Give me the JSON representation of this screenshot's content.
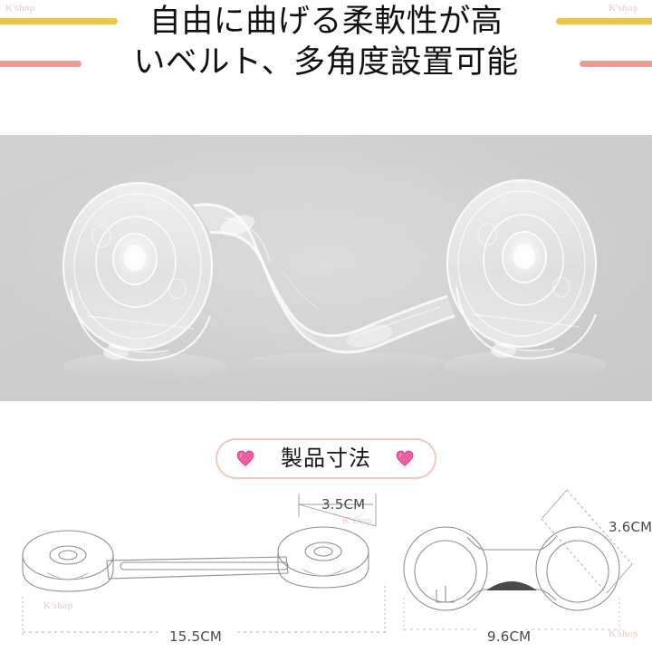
{
  "header": {
    "headline_line1": "自由に曲げる柔軟性が高",
    "headline_line2": "いベルト、多角度設置可能",
    "watermark": "K'shop",
    "deco_yellow_color": "#e8c64d",
    "deco_pink_color": "#ef9b95",
    "watermark_color": "#f2c0c4"
  },
  "photo": {
    "alt_label": "transparent-plastic-safety-strap-lock",
    "background_color": "#cdcdcd"
  },
  "badge": {
    "label": "製品寸法",
    "border_color": "#f0c9c0",
    "heart_color": "#ef5fa0",
    "heart_icon_left": "heart-icon",
    "heart_icon_right": "heart-icon"
  },
  "diagrams": {
    "side_view": {
      "name": "side-view-line-drawing",
      "length_label": "15.5CM",
      "width_label": "3.5CM",
      "watermark_a": "K'shop",
      "watermark_b": "K'shop"
    },
    "top_view": {
      "name": "top-view-line-drawing",
      "length_label": "9.6CM",
      "diagonal_label": "3.6CM",
      "watermark": "K'shop"
    },
    "line_color": "#8a8a8a",
    "text_color": "#4a4a4a"
  }
}
